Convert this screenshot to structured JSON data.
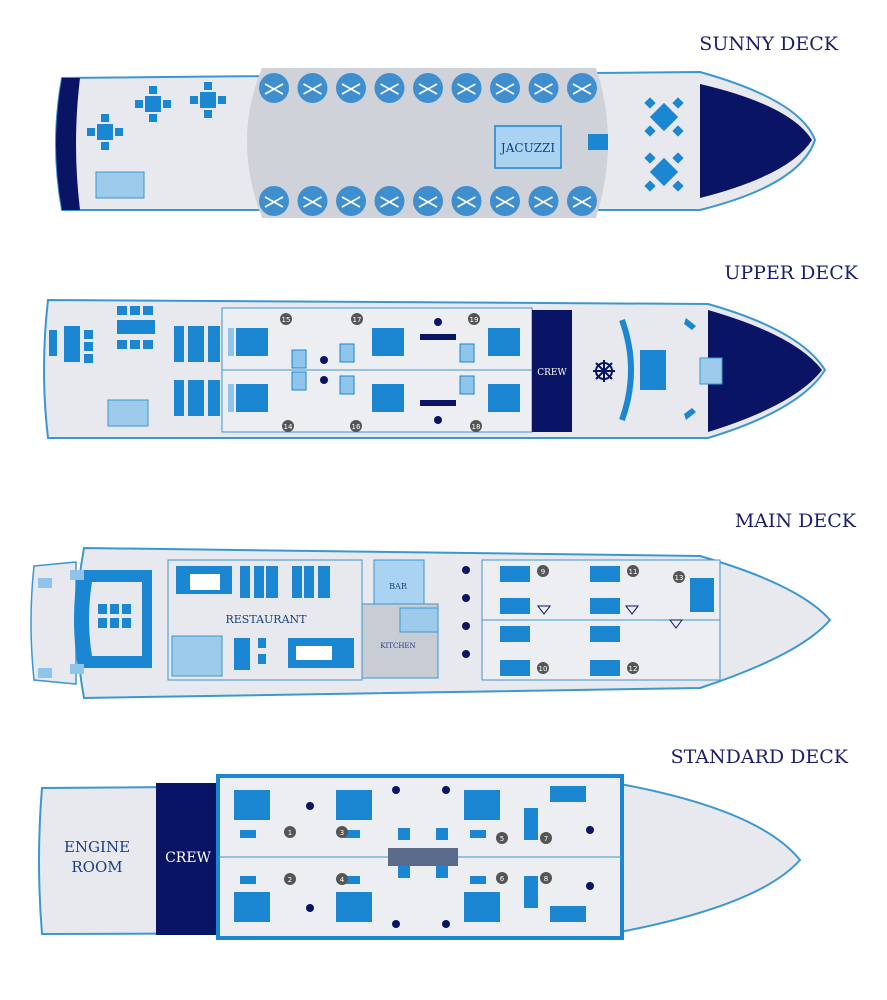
{
  "decks": {
    "sunny": {
      "title": "SUNNY DECK",
      "jacuzzi_label": "JACUZZI"
    },
    "upper": {
      "title": "UPPER DECK",
      "crew_label": "CREW",
      "cabins": {
        "c14": "14",
        "c15": "15",
        "c16": "16",
        "c17": "17",
        "c18": "18",
        "c19": "19"
      }
    },
    "main": {
      "title": "MAIN DECK",
      "restaurant_label": "RESTAURANT",
      "bar_label": "BAR",
      "kitchen_label": "KITCHEN",
      "cabins": {
        "c9": "9",
        "c10": "10",
        "c11": "11",
        "c12": "12",
        "c13": "13"
      }
    },
    "standard": {
      "title": "STANDARD DECK",
      "engine_label_1": "ENGINE",
      "engine_label_2": "ROOM",
      "crew_label": "CREW",
      "cabins": {
        "c1": "1",
        "c2": "2",
        "c3": "3",
        "c4": "4",
        "c5": "5",
        "c6": "6",
        "c7": "7",
        "c8": "8"
      }
    }
  },
  "colors": {
    "hull_fill": "#e7e9ee",
    "hull_stroke": "#3b98cf",
    "navy": "#0a1464",
    "accent": "#1b86d1",
    "light_blue": "#8fc5ea"
  }
}
